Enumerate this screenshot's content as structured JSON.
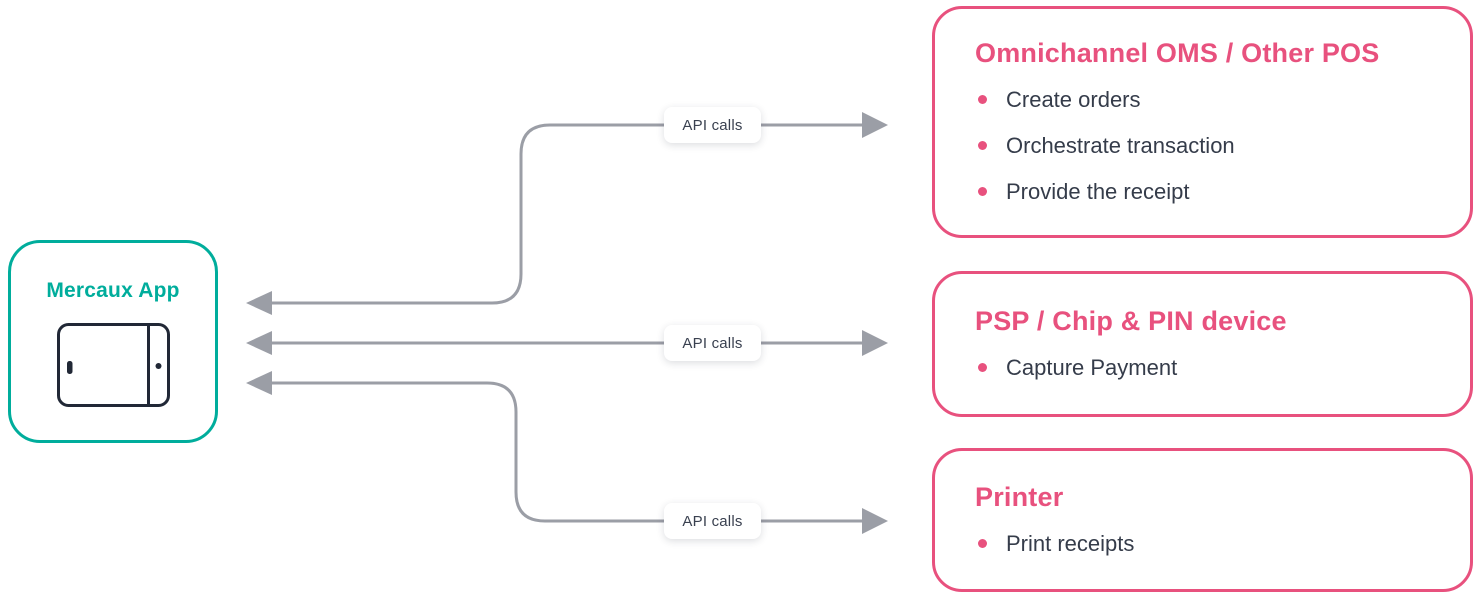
{
  "app_node": {
    "label": "Mercaux App",
    "icon": "tablet-icon"
  },
  "connections": [
    {
      "label": "API calls",
      "from": "Mercaux App",
      "to": "Omnichannel OMS / Other POS",
      "direction": "bidirectional"
    },
    {
      "label": "API calls",
      "from": "Mercaux App",
      "to": "PSP / Chip & PIN device",
      "direction": "bidirectional"
    },
    {
      "label": "API calls",
      "from": "Mercaux App",
      "to": "Printer",
      "direction": "bidirectional"
    }
  ],
  "systems": [
    {
      "title": "Omnichannel OMS / Other POS",
      "bullets": [
        "Create orders",
        "Orchestrate transaction",
        "Provide the receipt"
      ]
    },
    {
      "title": "PSP / Chip & PIN device",
      "bullets": [
        "Capture Payment"
      ]
    },
    {
      "title": "Printer",
      "bullets": [
        "Print receipts"
      ]
    }
  ],
  "colors": {
    "teal": "#00ad9c",
    "pink": "#e8517e",
    "line_gray": "#9b9ea6",
    "text_dark": "#353c4a"
  }
}
